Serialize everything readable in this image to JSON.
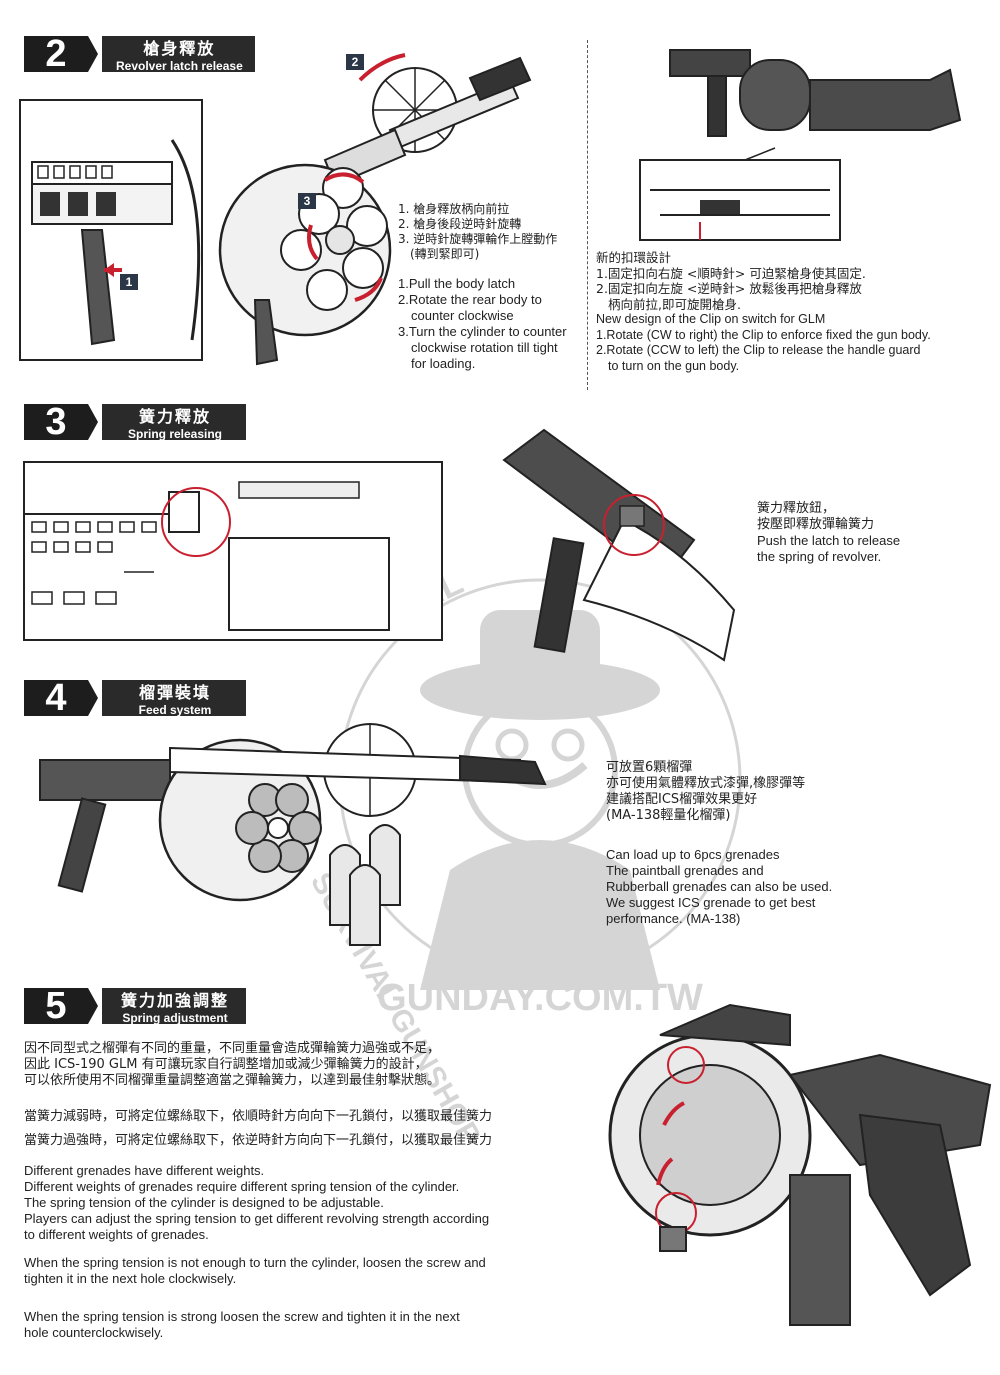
{
  "sections": {
    "s2": {
      "num": "2",
      "title_zh": "槍身釋放",
      "title_en": "Revolver latch release",
      "callouts": [
        "2",
        "3",
        "1"
      ],
      "steps_zh": [
        "1. 槍身釋放柄向前拉",
        "2. 槍身後段逆時針旋轉",
        "3. 逆時針旋轉彈輪作上膛動作",
        "(轉到緊即可)"
      ],
      "steps_en": [
        "1.Pull the body latch",
        "2.Rotate the rear body to",
        "counter clockwise",
        "3.Turn the cylinder to counter",
        "clockwise rotation till tight",
        "for loading."
      ],
      "clip_zh": [
        "新的扣環設計",
        "1.固定扣向右旋 <順時針> 可迫緊槍身使其固定.",
        "2.固定扣向左旋 <逆時針> 放鬆後再把槍身釋放",
        "柄向前拉,即可旋開槍身."
      ],
      "clip_en": [
        "New design of the Clip on switch for GLM",
        "1.Rotate (CW to right) the Clip to enforce fixed the gun body.",
        "2.Rotate (CCW to left) the Clip to release the handle guard",
        "to turn on the gun body."
      ]
    },
    "s3": {
      "num": "3",
      "title_zh": "簧力釋放",
      "title_en": "Spring releasing",
      "text_zh": [
        "簧力釋放鈕，",
        "按壓即釋放彈輪簧力"
      ],
      "text_en": [
        "Push the latch to release",
        "the spring of revolver."
      ]
    },
    "s4": {
      "num": "4",
      "title_zh": "榴彈裝填",
      "title_en": "Feed system",
      "text_zh": [
        "可放置6顆榴彈",
        "亦可使用氣體釋放式漆彈,橡膠彈等",
        "建議搭配ICS榴彈效果更好",
        "(MA-138輕量化榴彈)"
      ],
      "text_en": [
        "Can load up to 6pcs grenades",
        "The paintball grenades and",
        "Rubberball grenades can also be used.",
        "We suggest ICS grenade to get best",
        "performance. (MA-138)"
      ]
    },
    "s5": {
      "num": "5",
      "title_zh": "簧力加強調整",
      "title_en": "Spring adjustment",
      "para_zh_1": [
        "因不同型式之榴彈有不同的重量，不同重量會造成彈輪簧力過強或不足，",
        "因此 ICS-190 GLM 有可讓玩家自行調整增加或減少彈輪簧力的設計，",
        "可以依所使用不同榴彈重量調整適當之彈輪簧力，以達到最佳射擊狀態。"
      ],
      "para_zh_2": [
        "當簧力減弱時，可將定位螺絲取下，依順時針方向向下一孔鎖付，以獲取最佳簧力",
        "當簧力過強時，可將定位螺絲取下，依逆時針方向向下一孔鎖付，以獲取最佳簧力"
      ],
      "para_en_1": [
        "Different grenades have different weights.",
        "Different weights of grenades require different spring tension of the cylinder.",
        "The spring tension of the cylinder is designed to be adjustable.",
        "Players can adjust the spring tension to get different revolving strength according",
        "to different weights of grenades."
      ],
      "para_en_2": [
        "When the spring tension is not enough to turn the cylinder, loosen the screw and",
        "tighten it in the next hole clockwisely."
      ],
      "para_en_3": [
        "When the spring tension is strong loosen the screw and tighten it in the next",
        "hole counterclockwisely."
      ]
    }
  },
  "watermark": {
    "top": "TOTAL",
    "middle": "SURVIVAL GUNSHOP",
    "bottom": "GUNDAY.COM.TW"
  },
  "colors": {
    "accent_red": "#c8202f",
    "header_dark": "#1d1d1d"
  }
}
